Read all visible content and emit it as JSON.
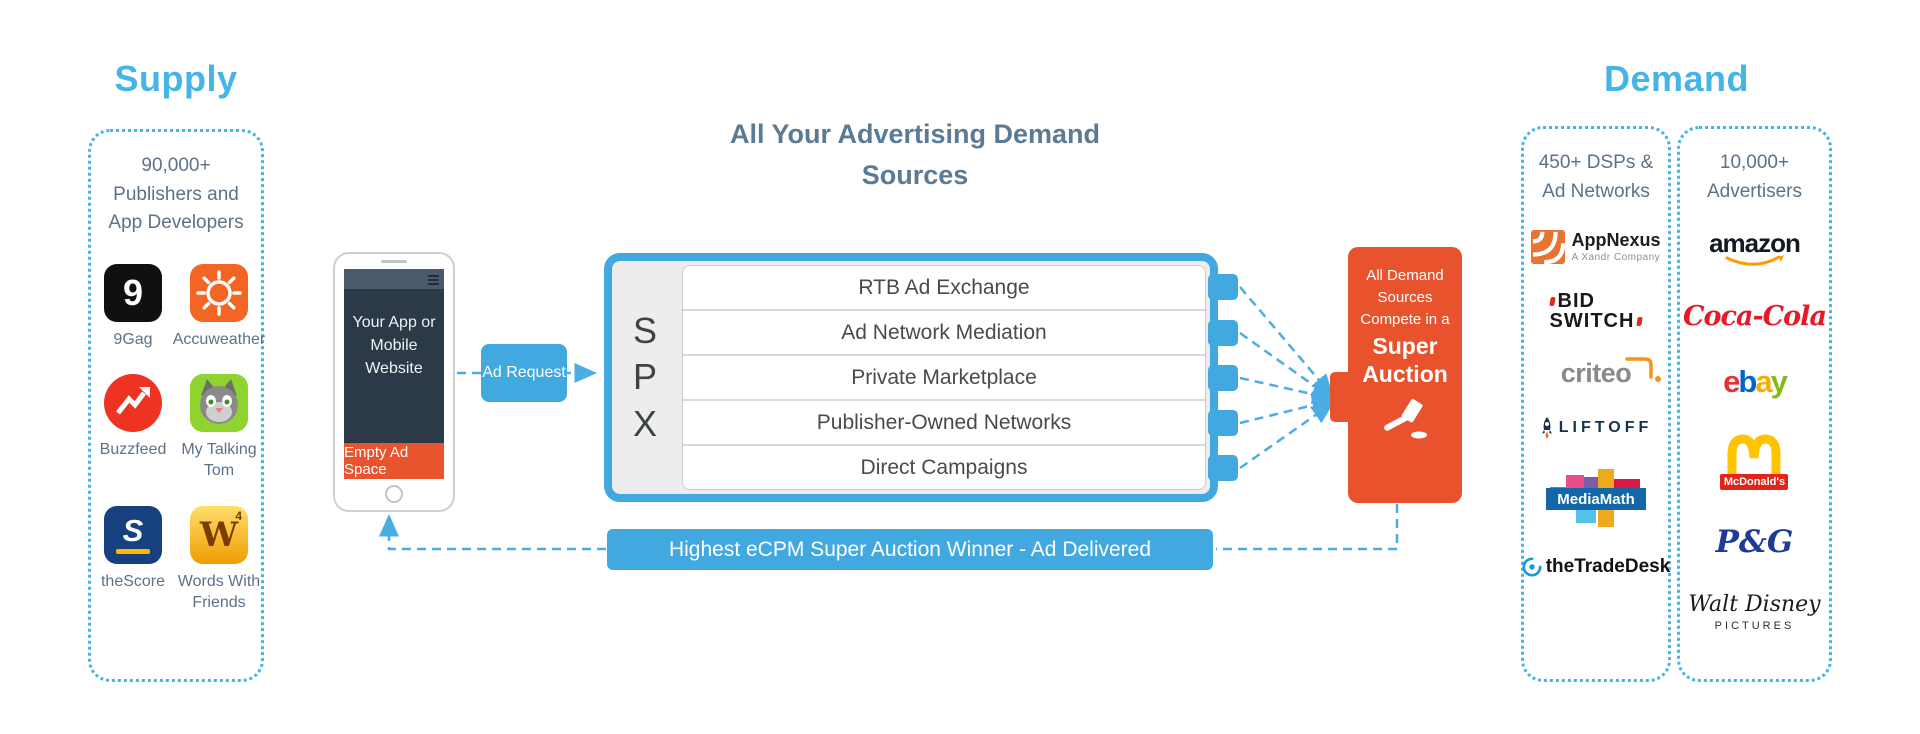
{
  "colors": {
    "accent_blue": "#41a8e0",
    "light_blue": "#45b4e6",
    "accent_orange": "#e8532e",
    "slate_text": "#5b7289"
  },
  "supply": {
    "title": "Supply",
    "header": "90,000+ Publishers and App Developers",
    "publishers": [
      {
        "label": "9Gag",
        "glyph": "9"
      },
      {
        "label": "Accuweather"
      },
      {
        "label": "Buzzfeed"
      },
      {
        "label": "My Talking Tom"
      },
      {
        "label": "theScore",
        "glyph": "S"
      },
      {
        "label": "Words With Friends",
        "glyph": "W",
        "badge": "4"
      }
    ]
  },
  "phone": {
    "screen_text": "Your App or Mobile Website",
    "ad_space_label": "Empty Ad Space"
  },
  "flow": {
    "ad_request_label": "Ad Request",
    "delivery_banner": "Highest eCPM Super Auction Winner - Ad Delivered"
  },
  "center": {
    "title": "All Your Advertising Demand Sources",
    "spx": [
      "S",
      "P",
      "X"
    ],
    "sources": [
      "RTB Ad Exchange",
      "Ad Network Mediation",
      "Private Marketplace",
      "Publisher-Owned Networks",
      "Direct Campaigns"
    ]
  },
  "auction": {
    "intro": "All Demand Sources Compete in a",
    "title": "Super Auction"
  },
  "demand": {
    "title": "Demand",
    "dsps_header": "450+ DSPs & Ad Networks",
    "dsps": [
      {
        "name": "AppNexus",
        "sub": "A Xandr Company"
      },
      {
        "line1": "BID",
        "line2": "SWITCH"
      },
      {
        "name": "criteo"
      },
      {
        "name": "LIFTOFF"
      },
      {
        "name": "MediaMath"
      },
      {
        "name": "theTradeDesk"
      }
    ],
    "advertisers_header": "10,000+ Advertisers",
    "advertisers": [
      {
        "name": "amazon"
      },
      {
        "name": "Coca-Cola"
      },
      {
        "letters": [
          "e",
          "b",
          "a",
          "y"
        ]
      },
      {
        "name": "McDonald's"
      },
      {
        "name": "P&G"
      },
      {
        "name": "Walt Disney",
        "sub": "PICTURES"
      }
    ]
  }
}
